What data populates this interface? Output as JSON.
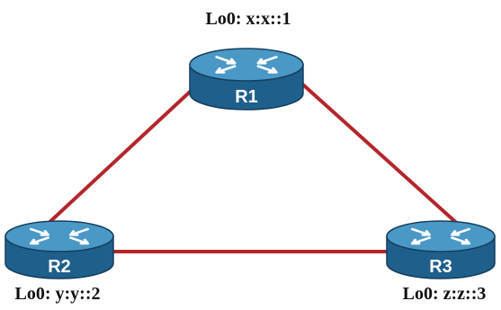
{
  "colors": {
    "link": "#b3262c",
    "router_top": "#4a98c6",
    "router_side": "#1f5f8b",
    "router_edge": "#153f5e",
    "arrow": "#ffffff",
    "text": "#111111"
  },
  "routers": {
    "r1": {
      "name": "R1",
      "loopback": "Lo0: x:x::1",
      "icon": "router-icon"
    },
    "r2": {
      "name": "R2",
      "loopback": "Lo0: y:y::2",
      "icon": "router-icon"
    },
    "r3": {
      "name": "R3",
      "loopback": "Lo0: z:z::3",
      "icon": "router-icon"
    }
  },
  "links": [
    {
      "from": "R1",
      "to": "R2"
    },
    {
      "from": "R1",
      "to": "R3"
    },
    {
      "from": "R2",
      "to": "R3"
    }
  ]
}
